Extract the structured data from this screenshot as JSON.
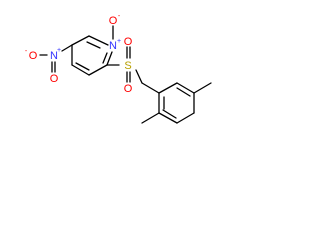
{
  "molecule": {
    "atoms": {
      "ring_N": {
        "symbol": "N",
        "charge": "+"
      },
      "ring_N_oxide": {
        "symbol": "O",
        "charge": "-"
      },
      "nitro_N": {
        "symbol": "N",
        "charge": "+"
      },
      "nitro_O_left": {
        "symbol": "O",
        "charge": "-"
      },
      "nitro_O_bottom": {
        "symbol": "O"
      },
      "sulfonyl_S": {
        "symbol": "S"
      },
      "sulfonyl_O_top": {
        "symbol": "O"
      },
      "sulfonyl_O_bottom": {
        "symbol": "O"
      }
    },
    "colors": {
      "bond": "#000000",
      "nitrogen": "#3333ff",
      "oxygen": "#ff0000",
      "sulfur": "#b8a000"
    }
  }
}
